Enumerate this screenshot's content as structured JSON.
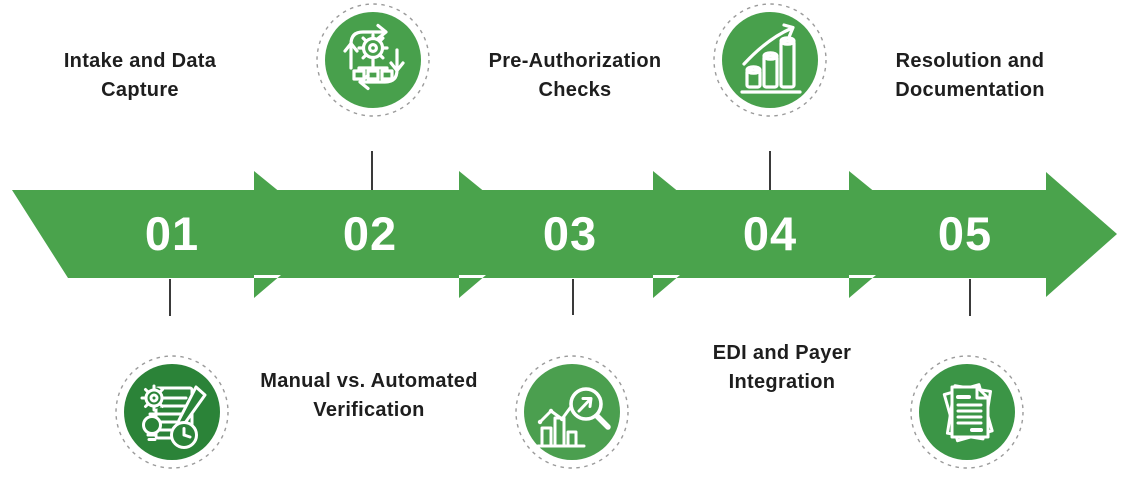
{
  "colors": {
    "band_green": "#4aa34c",
    "number_text": "#ffffff",
    "label_text": "#1e1e1e",
    "connector_line": "#3a3a3a",
    "dashed_ring": "#9b9b9b",
    "icon_stroke": "#ffffff"
  },
  "steps": [
    {
      "number": "01",
      "label": "Intake and Data\nCapture",
      "label_position": "top",
      "icon": "intake-data-capture-icon",
      "icon_position": "bottom",
      "circle_color": "#2b8338"
    },
    {
      "number": "02",
      "label": "Manual vs. Automated\nVerification",
      "label_position": "bottom",
      "icon": "workflow-automation-icon",
      "icon_position": "top",
      "circle_color": "#48a04c"
    },
    {
      "number": "03",
      "label": "Pre-Authorization\nChecks",
      "label_position": "top",
      "icon": "analytics-search-icon",
      "icon_position": "bottom",
      "circle_color": "#4b9f4f"
    },
    {
      "number": "04",
      "label": "EDI and Payer\nIntegration",
      "label_position": "bottom",
      "icon": "growth-chart-icon",
      "icon_position": "top",
      "circle_color": "#48a04c"
    },
    {
      "number": "05",
      "label": "Resolution and\nDocumentation",
      "label_position": "top",
      "icon": "stacked-documents-icon",
      "icon_position": "bottom",
      "circle_color": "#3b9546"
    }
  ]
}
